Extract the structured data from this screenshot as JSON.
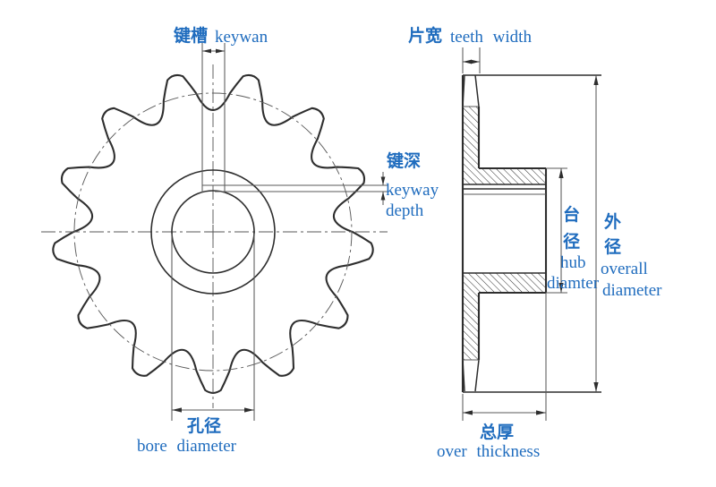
{
  "colors": {
    "label_text": "#1f6cbe",
    "line_dark": "#2e2e2e",
    "line_thin": "#5a5a5a"
  },
  "sprocket": {
    "teeth_count": 13
  },
  "labels": {
    "keyway_width": {
      "zh": "键槽",
      "en": "keywan"
    },
    "teeth_width": {
      "zh": "片宽",
      "en": "teeth width"
    },
    "keyway_depth": {
      "zh": "键深",
      "en_line1": "keyway",
      "en_line2": "depth"
    },
    "hub_diameter": {
      "zh_char1": "台",
      "zh_char2": "径",
      "en_line1": "hub",
      "en_line2": "diamter"
    },
    "overall_diameter": {
      "zh_char1": "外",
      "zh_char2": "径",
      "en_line1": "overall",
      "en_line2": "diameter"
    },
    "bore_diameter": {
      "zh": "孔径",
      "en": "bore diameter"
    },
    "overall_thickness": {
      "zh": "总厚",
      "en": "over thickness"
    }
  }
}
